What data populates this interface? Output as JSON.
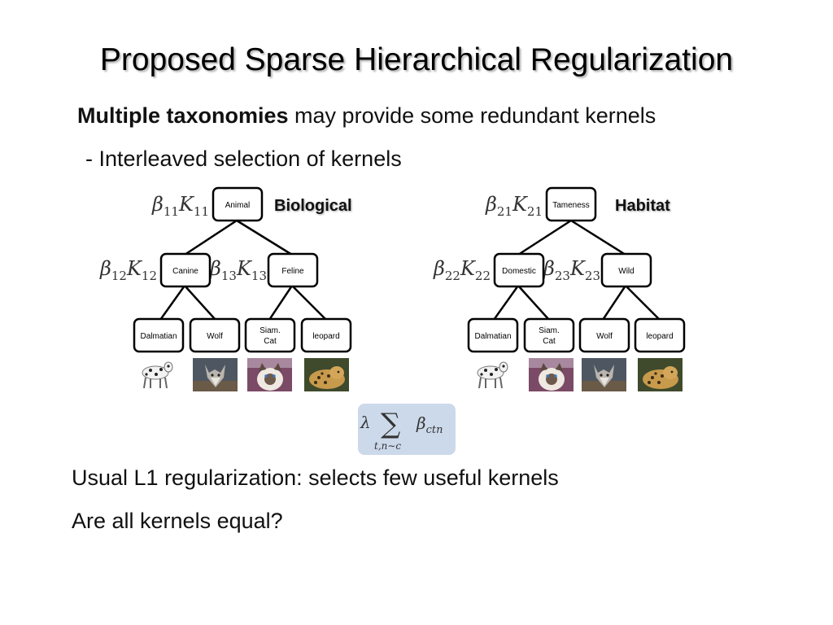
{
  "slide": {
    "title": "Proposed Sparse Hierarchical Regularization",
    "line1_bold": "Multiple taxonomies",
    "line1_rest": " may provide some redundant kernels",
    "line2": "- Interleaved selection of kernels",
    "line3": "Usual L1 regularization: selects few useful kernels",
    "line4": "Are all kernels equal?"
  },
  "trees": [
    {
      "label": "Biological",
      "root": "Animal",
      "left": "Canine",
      "right": "Feline",
      "leaves": [
        "Dalmatian",
        "Wolf",
        "Siam. Cat",
        "leopard"
      ],
      "betas": [
        {
          "sym": "β",
          "sub1": "11",
          "K": "K",
          "sub2": "11"
        },
        {
          "sym": "β",
          "sub1": "12",
          "K": "K",
          "sub2": "12"
        },
        {
          "sym": "β",
          "sub1": "13",
          "K": "K",
          "sub2": "13"
        }
      ],
      "images": [
        "dalmatian-image",
        "wolf-image",
        "siamese-cat-image",
        "leopard-image"
      ]
    },
    {
      "label": "Habitat",
      "root": "Tameness",
      "left": "Domestic",
      "right": "Wild",
      "leaves": [
        "Dalmatian",
        "Siam. Cat",
        "Wolf",
        "leopard"
      ],
      "betas": [
        {
          "sym": "β",
          "sub1": "21",
          "K": "K",
          "sub2": "21"
        },
        {
          "sym": "β",
          "sub1": "22",
          "K": "K",
          "sub2": "22"
        },
        {
          "sym": "β",
          "sub1": "23",
          "K": "K",
          "sub2": "23"
        }
      ],
      "images": [
        "dalmatian-image",
        "siamese-cat-image",
        "wolf-image",
        "leopard-image"
      ]
    }
  ],
  "formula": {
    "lambda": "λ",
    "sum": "∑",
    "sum_under": "t,n∼c",
    "beta": "β",
    "beta_sub": "ctn"
  },
  "colors": {
    "formula_box": "#ccd9ea",
    "text": "#111111"
  }
}
